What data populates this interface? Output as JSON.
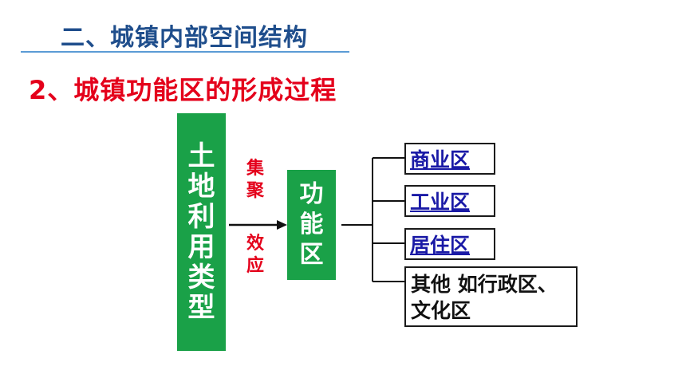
{
  "header": {
    "section_title": "二、城镇内部空间结构",
    "sub_title": "2、城镇功能区的形成过程"
  },
  "diagram": {
    "land_use": [
      "土",
      "地",
      "利",
      "用",
      "类",
      "型"
    ],
    "arrow_top": [
      "集",
      "聚"
    ],
    "arrow_bottom": [
      "效",
      "应"
    ],
    "functional_zone": [
      "功",
      "能",
      "区"
    ],
    "zones": {
      "commercial": "商业区",
      "industrial": "工业区",
      "residential": "居住区",
      "other": "其他 如行政区、文化区"
    }
  },
  "colors": {
    "section_title": "#1f4e8c",
    "sub_title": "#e4001b",
    "green_box": "#1aa148",
    "zone_link_text": "#1a1aa6"
  }
}
